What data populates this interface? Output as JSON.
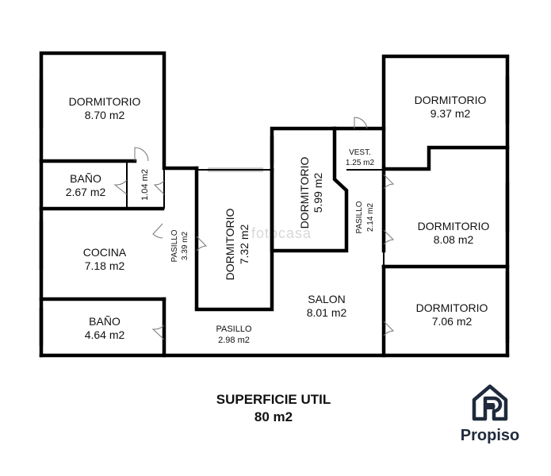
{
  "rooms": {
    "dormitorio_tl": {
      "name": "DORMITORIO",
      "area": "8.70 m2"
    },
    "bano_top": {
      "name": "BAÑO",
      "area": "2.67 m2"
    },
    "closet": {
      "area": "1.04 m2"
    },
    "cocina": {
      "name": "COCINA",
      "area": "7.18 m2"
    },
    "bano_bottom": {
      "name": "BAÑO",
      "area": "4.64 m2"
    },
    "pasillo_left": {
      "name": "PASILLO",
      "area": "3.39 m2"
    },
    "dormitorio_mid": {
      "name": "DORMITORIO",
      "area": "7.32 m2"
    },
    "dormitorio_center": {
      "name": "DORMITORIO",
      "area": "5.99 m2"
    },
    "vest": {
      "name": "VEST.",
      "area": "1.25 m2"
    },
    "pasillo_right": {
      "name": "PASILLO",
      "area": "2.14 m2"
    },
    "salon": {
      "name": "SALON",
      "area": "8.01 m2"
    },
    "pasillo_bottom": {
      "name": "PASILLO",
      "area": "2.98 m2"
    },
    "dormitorio_tr": {
      "name": "DORMITORIO",
      "area": "9.37 m2"
    },
    "dormitorio_r2": {
      "name": "DORMITORIO",
      "area": "8.08 m2"
    },
    "dormitorio_r3": {
      "name": "DORMITORIO",
      "area": "7.06 m2"
    }
  },
  "watermark": "fotocasa",
  "summary": {
    "title": "SUPERFICIE UTIL",
    "total": "80 m2"
  },
  "brand": {
    "name": "Propiso",
    "icon": "propiso-logo-icon",
    "color": "#1f2a3c"
  }
}
